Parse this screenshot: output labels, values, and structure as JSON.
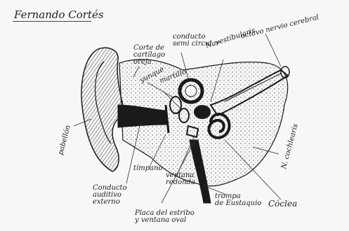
{
  "author": "Fernando Cortés",
  "labels": {
    "corte_cartilago_oreja": [
      "Corte de",
      "cartílago",
      "oreja"
    ],
    "conducto_semicircular": [
      "conducto",
      "semi circular"
    ],
    "n_vestibularis": "N. vestibularis",
    "octavo_nervio": "octavo nervio cerebral",
    "yunque": "yunque",
    "martillo": "martillo",
    "pabellon": "pabellón",
    "n_cochlearis": "N. cochlearis",
    "timpano": "tímpano",
    "ventana_redonda": [
      "ventana",
      "redonda"
    ],
    "conducto_auditivo": [
      "Conducto",
      "auditivo",
      "externo"
    ],
    "trompa": [
      "trompa",
      "de Eustaquio"
    ],
    "coclea": "Cóclea",
    "placa_estribo": [
      "Placa del estribo",
      "y ventana oval"
    ]
  },
  "colors": {
    "ink": "#1a1a1a",
    "paper": "#f7f7f5"
  }
}
